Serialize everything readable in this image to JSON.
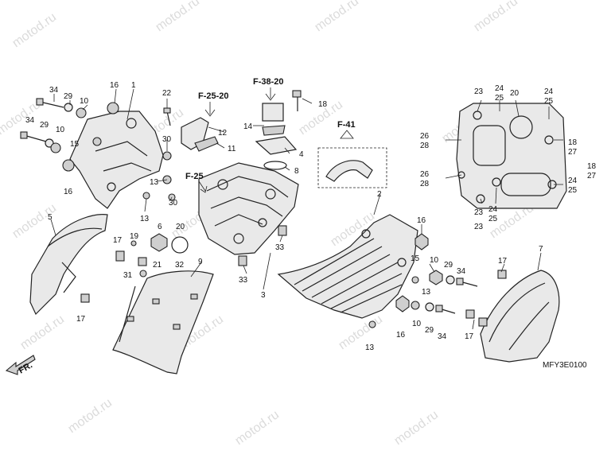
{
  "watermark": "motod.ru",
  "diagram_code": "MFY3E0100",
  "direction_label": "FR.",
  "refs": {
    "f25_20": "F-25-20",
    "f38_20": "F-38-20",
    "f41": "F-41",
    "f25": "F-25"
  },
  "labels": {
    "n1": "1",
    "n2": "2",
    "n3": "3",
    "n4": "4",
    "n5": "5",
    "n6": "6",
    "n7": "7",
    "n8": "8",
    "n9": "9",
    "n10": "10",
    "n11": "11",
    "n12": "12",
    "n13": "13",
    "n14": "14",
    "n15": "15",
    "n16": "16",
    "n17": "17",
    "n18": "18",
    "n19": "19",
    "n20": "20",
    "n21": "21",
    "n22": "22",
    "n23": "23",
    "n24": "24",
    "n25": "25",
    "n26": "26",
    "n27": "27",
    "n28": "28",
    "n29": "29",
    "n30": "30",
    "n31": "31",
    "n32": "32",
    "n33": "33",
    "n34": "34"
  }
}
